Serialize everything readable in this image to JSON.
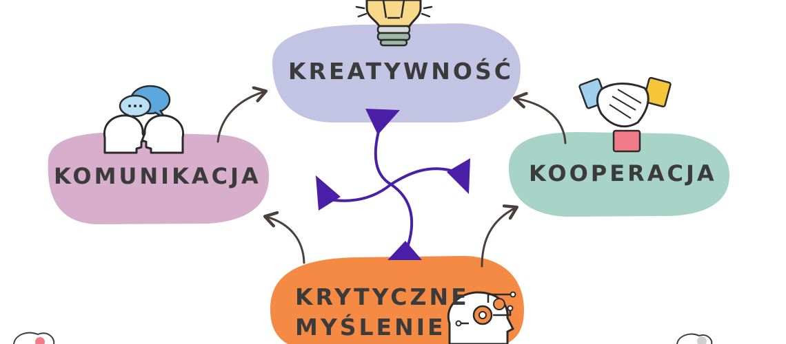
{
  "nodes": {
    "top": {
      "label": "KREATYWNOŚĆ",
      "color": "#c3c4e3"
    },
    "left": {
      "label": "KOMUNIKACJA",
      "color": "#d7aecb"
    },
    "right": {
      "label": "KOOPERACJA",
      "color": "#a8d4c7"
    },
    "bottom": {
      "line1": "KRYTYCZNE",
      "line2": "MYŚLENIE",
      "color": "#f58a45"
    }
  },
  "colors": {
    "text": "#3b3b3b",
    "arrow": "#4a3f3a",
    "swirl": "#4a1ea6"
  },
  "icons": {
    "top": "lightbulb-icon",
    "left": "conversation-heads-icon",
    "right": "handshake-icon",
    "bottom": "brain-gear-icon"
  }
}
